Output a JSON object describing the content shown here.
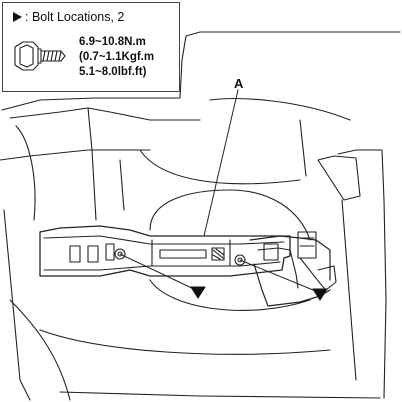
{
  "legend": {
    "title": ": Bolt Locations, 2",
    "torque_nm": "6.9~10.8N.m",
    "torque_kgfm": "(0.7~1.1Kgf.m",
    "torque_lbfft": "5.1~8.0lbf.ft)"
  },
  "callouts": {
    "part_label": "A"
  },
  "icons": {
    "bolt": "bolt-icon",
    "marker": "triangle-arrow-icon"
  }
}
